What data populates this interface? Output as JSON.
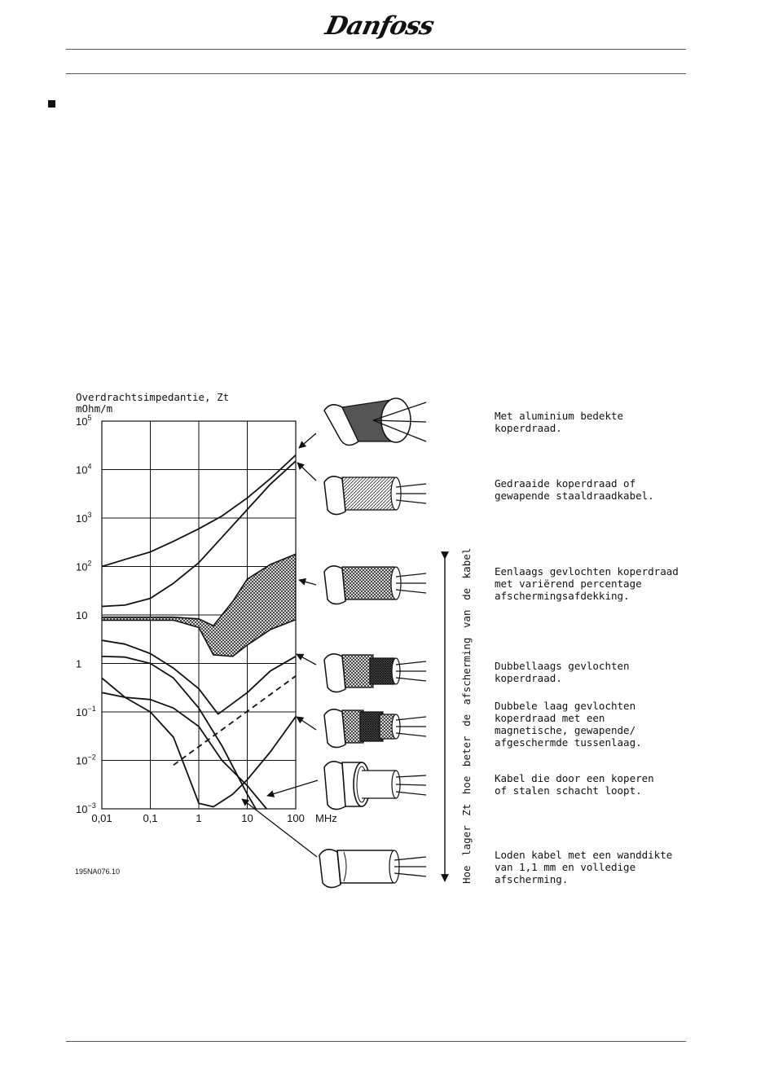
{
  "header": {
    "brand": "Danfoss"
  },
  "chart_data": {
    "type": "line",
    "title": "Overdrachtsimpedantie, Zt",
    "ylabel": "mOhm/m",
    "xlabel": "MHz",
    "x_scale": "log",
    "y_scale": "log",
    "xlim": [
      0.01,
      100
    ],
    "ylim": [
      0.001,
      100000
    ],
    "grid": true,
    "x_ticks": [
      "0,01",
      "0,1",
      "1",
      "10",
      "100"
    ],
    "y_ticks": [
      {
        "base": "10",
        "exp": "5"
      },
      {
        "base": "10",
        "exp": "4"
      },
      {
        "base": "10",
        "exp": "3"
      },
      {
        "base": "10",
        "exp": "2"
      },
      {
        "base": "10",
        "exp": ""
      },
      {
        "base": "1",
        "exp": ""
      },
      {
        "base": "10",
        "exp": "−1"
      },
      {
        "base": "10",
        "exp": "−2"
      },
      {
        "base": "10",
        "exp": "−3"
      }
    ],
    "series": [
      {
        "style": "solid",
        "x": [
          0.01,
          0.03,
          0.1,
          0.3,
          1,
          3,
          10,
          30,
          100
        ],
        "y": [
          100,
          140,
          200,
          330,
          600,
          1100,
          2600,
          6500,
          20000
        ]
      },
      {
        "style": "solid",
        "x": [
          0.01,
          0.03,
          0.1,
          0.3,
          1,
          3,
          10,
          30,
          100
        ],
        "y": [
          15,
          16,
          22,
          45,
          120,
          400,
          1500,
          5000,
          15000
        ]
      },
      {
        "style": "band",
        "x": [
          0.01,
          0.1,
          0.3,
          1,
          2,
          5,
          10,
          30,
          100
        ],
        "upper": [
          9,
          9,
          9,
          8.3,
          6,
          19,
          55,
          110,
          180
        ],
        "lower": [
          7.8,
          7.8,
          7.8,
          5.5,
          1.5,
          1.4,
          2.4,
          5,
          8
        ]
      },
      {
        "style": "solid",
        "x": [
          0.01,
          0.03,
          0.1,
          0.3,
          1,
          2.5,
          10,
          30,
          100
        ],
        "y": [
          3,
          2.5,
          1.6,
          0.8,
          0.3,
          0.09,
          0.25,
          0.7,
          1.4
        ]
      },
      {
        "style": "solid",
        "x": [
          0.01,
          0.03,
          0.1,
          0.3,
          1,
          3,
          10,
          15
        ],
        "y": [
          1.4,
          1.35,
          1,
          0.5,
          0.12,
          0.02,
          0.002,
          0.001
        ]
      },
      {
        "style": "dashed",
        "x": [
          0.3,
          100
        ],
        "y": [
          0.008,
          0.55
        ]
      },
      {
        "style": "solid",
        "x": [
          0.01,
          0.03,
          0.1,
          0.3,
          0.6,
          1,
          2,
          5,
          10,
          30,
          100
        ],
        "y": [
          0.5,
          0.2,
          0.1,
          0.03,
          0.005,
          0.0013,
          0.0011,
          0.002,
          0.004,
          0.015,
          0.08
        ]
      },
      {
        "style": "solid",
        "x": [
          0.01,
          0.03,
          0.1,
          0.3,
          1,
          3,
          10,
          25
        ],
        "y": [
          0.25,
          0.2,
          0.18,
          0.12,
          0.05,
          0.01,
          0.003,
          0.001
        ]
      }
    ],
    "cables": [
      {
        "name": "Met aluminium bedekte\nkoperdraad."
      },
      {
        "name": "Gedraaide koperdraad of\ngewapende staaldraadkabel."
      },
      {
        "name": "Eenlaags gevlochten koperdraad\nmet variërend percentage\nafschermingsafdekking."
      },
      {
        "name": "Dubbellaags gevlochten\nkoperdraad."
      },
      {
        "name": "Dubbele laag gevlochten\nkoperdraad met een\nmagnetische, gewapende/\nafgeschermde tussenlaag."
      },
      {
        "name": "Kabel die door een koperen\nof stalen schacht loopt."
      },
      {
        "name": "Loden kabel met een wanddikte\nvan 1,1 mm en volledige\nafscherming."
      }
    ],
    "axis_arrow_label": "Hoe lager Zt hoe beter de afscherming van de kabel",
    "figure_code": "195NA076.10"
  },
  "colors": {
    "ink": "#111111",
    "rule": "#555555",
    "hatch": "#222222",
    "cable_shade": "#555555"
  }
}
